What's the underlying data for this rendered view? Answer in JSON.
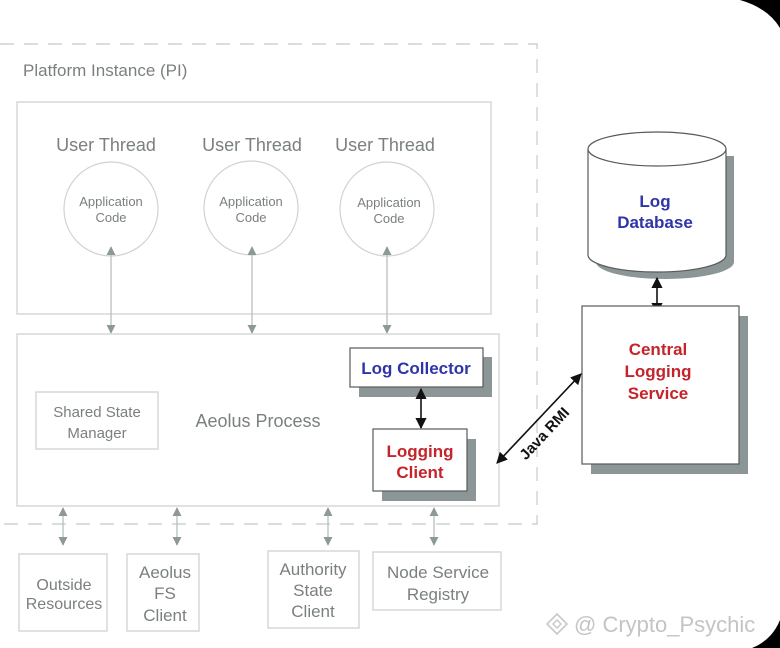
{
  "platform_instance": {
    "label": "Platform Instance (PI)"
  },
  "user_threads": [
    {
      "title": "User Thread",
      "circle_line1": "Application",
      "circle_line2": "Code"
    },
    {
      "title": "User Thread",
      "circle_line1": "Application",
      "circle_line2": "Code"
    },
    {
      "title": "User Thread",
      "circle_line1": "Application",
      "circle_line2": "Code"
    }
  ],
  "aeolus_process": {
    "label": "Aeolus Process",
    "shared_state_manager": {
      "line1": "Shared State",
      "line2": "Manager"
    },
    "log_collector": {
      "label": "Log Collector"
    },
    "logging_client": {
      "line1": "Logging",
      "line2": "Client"
    }
  },
  "log_database": {
    "line1": "Log",
    "line2": "Database"
  },
  "central_logging_service": {
    "line1": "Central",
    "line2": "Logging",
    "line3": "Service"
  },
  "connection_label": "Java RMI",
  "external_components": [
    {
      "lines": [
        "Outside",
        "Resources"
      ]
    },
    {
      "lines": [
        "Aeolus",
        "FS",
        "Client"
      ]
    },
    {
      "lines": [
        "Authority",
        "State",
        "Client"
      ]
    },
    {
      "lines": [
        "Node Service",
        "Registry"
      ]
    }
  ],
  "watermark": {
    "text": "@ Crypto_Psychic",
    "icon": "binance-logo-icon"
  },
  "colors": {
    "blue_label": "#2e35a8",
    "red_label": "#c4242a",
    "grey_text": "#7a7f80",
    "shadow": "#8c9696"
  }
}
